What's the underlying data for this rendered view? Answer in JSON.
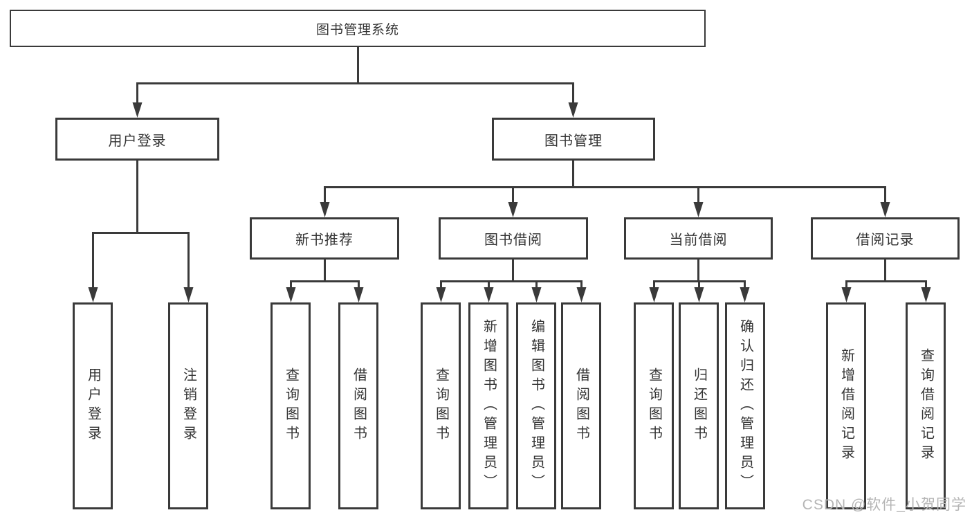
{
  "diagram": {
    "root": {
      "label": "图书管理系统"
    },
    "level2": [
      {
        "label": "用户登录"
      },
      {
        "label": "图书管理"
      }
    ],
    "level3": [
      {
        "label": "新书推荐"
      },
      {
        "label": "图书借阅"
      },
      {
        "label": "当前借阅"
      },
      {
        "label": "借阅记录"
      }
    ],
    "leaves": {
      "user_login": [
        {
          "label": "用户登录"
        },
        {
          "label": "注销登录"
        }
      ],
      "new_book_recommend": [
        {
          "label": "查询图书"
        },
        {
          "label": "借阅图书"
        }
      ],
      "book_borrow": [
        {
          "label": "查询图书"
        },
        {
          "label": "新增图书（管理员）"
        },
        {
          "label": "编辑图书（管理员）"
        },
        {
          "label": "借阅图书"
        }
      ],
      "current_borrow": [
        {
          "label": "查询图书"
        },
        {
          "label": "归还图书"
        },
        {
          "label": "确认归还（管理员）"
        }
      ],
      "borrow_records": [
        {
          "label": "新增借阅记录"
        },
        {
          "label": "查询借阅记录"
        }
      ]
    }
  },
  "watermark": {
    "text": "CSDN @软件_小贺同学"
  },
  "colors": {
    "line": "#3a3a3a",
    "text": "#333333",
    "watermark": "#b5b5b5",
    "background": "#ffffff"
  }
}
